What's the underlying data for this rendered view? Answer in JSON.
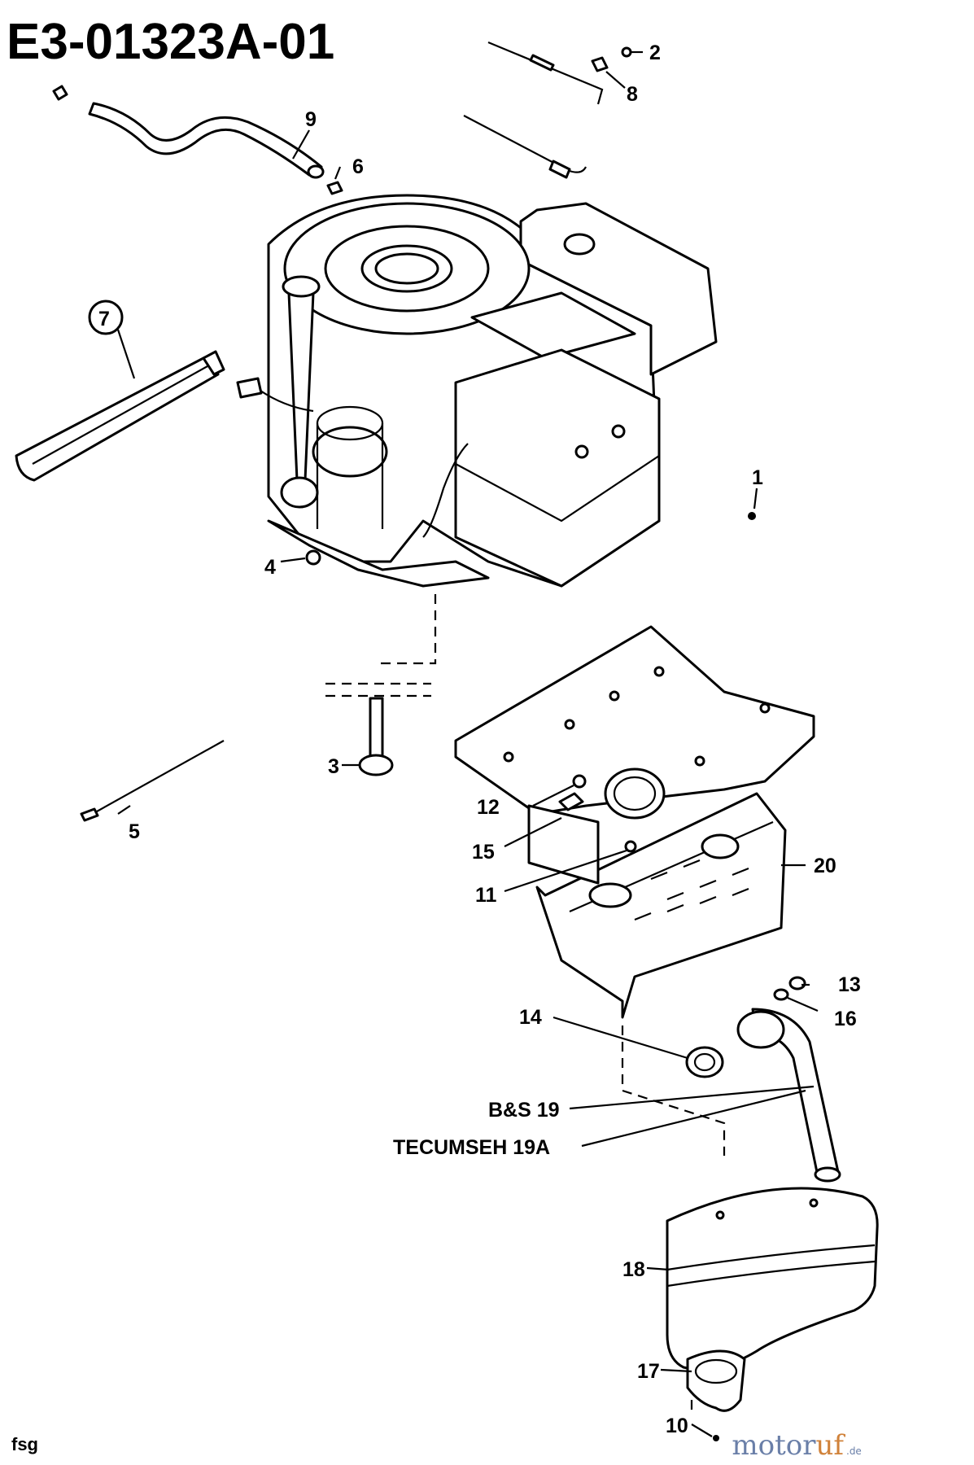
{
  "title": "E3-01323A-01",
  "callouts": [
    {
      "id": "c1",
      "label": "1"
    },
    {
      "id": "c2",
      "label": "2"
    },
    {
      "id": "c3",
      "label": "3"
    },
    {
      "id": "c4",
      "label": "4"
    },
    {
      "id": "c5",
      "label": "5"
    },
    {
      "id": "c6",
      "label": "6"
    },
    {
      "id": "c7",
      "label": "7"
    },
    {
      "id": "c8",
      "label": "8"
    },
    {
      "id": "c9",
      "label": "9"
    },
    {
      "id": "c10",
      "label": "10"
    },
    {
      "id": "c11",
      "label": "11"
    },
    {
      "id": "c12",
      "label": "12"
    },
    {
      "id": "c13",
      "label": "13"
    },
    {
      "id": "c14",
      "label": "14"
    },
    {
      "id": "c15",
      "label": "15"
    },
    {
      "id": "c16",
      "label": "16"
    },
    {
      "id": "c17",
      "label": "17"
    },
    {
      "id": "c18",
      "label": "18"
    },
    {
      "id": "c19",
      "label": "B&S 19"
    },
    {
      "id": "c19a",
      "label": "TECUMSEH 19A"
    },
    {
      "id": "c20",
      "label": "20"
    }
  ],
  "footer": "fsg",
  "watermark": {
    "part1": "motor",
    "part2": "uf",
    "suffix": ".de"
  }
}
